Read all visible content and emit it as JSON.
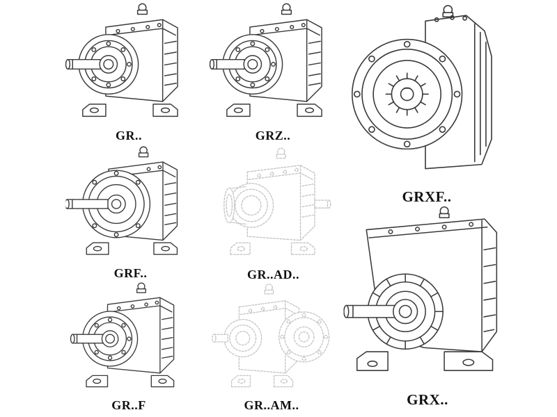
{
  "page": {
    "background": "#ffffff",
    "line_color": "#3a3a3a",
    "ghost_line_color": "#c6c6c6",
    "label_color": "#111111"
  },
  "catalog": {
    "description": "Helical gear reducer model line drawings",
    "items": [
      {
        "id": "gr",
        "label": "GR..",
        "style": "solid",
        "mounting": "foot-mounted inline reducer with input shaft"
      },
      {
        "id": "grz",
        "label": "GRZ..",
        "style": "solid",
        "mounting": "foot-mounted inline reducer with input shaft"
      },
      {
        "id": "grxf",
        "label": "GRXF..",
        "style": "solid",
        "mounting": "large flange-mounted reducer, flange face-on"
      },
      {
        "id": "grf",
        "label": "GRF..",
        "style": "solid",
        "mounting": "flange-mounted inline reducer with feet"
      },
      {
        "id": "grad",
        "label": "GR..AD..",
        "style": "ghost",
        "mounting": "reducer with input shaft adapter (phantom view)"
      },
      {
        "id": "grx",
        "label": "GRX..",
        "style": "solid",
        "mounting": "large foot-mounted reducer with ribbed housing"
      },
      {
        "id": "grff",
        "label": "GR..F",
        "style": "solid",
        "mounting": "foot-mounted inline reducer with input shaft"
      },
      {
        "id": "gram",
        "label": "GR..AM..",
        "style": "ghost",
        "mounting": "reducer with motor mounting flange (phantom view)"
      }
    ]
  }
}
